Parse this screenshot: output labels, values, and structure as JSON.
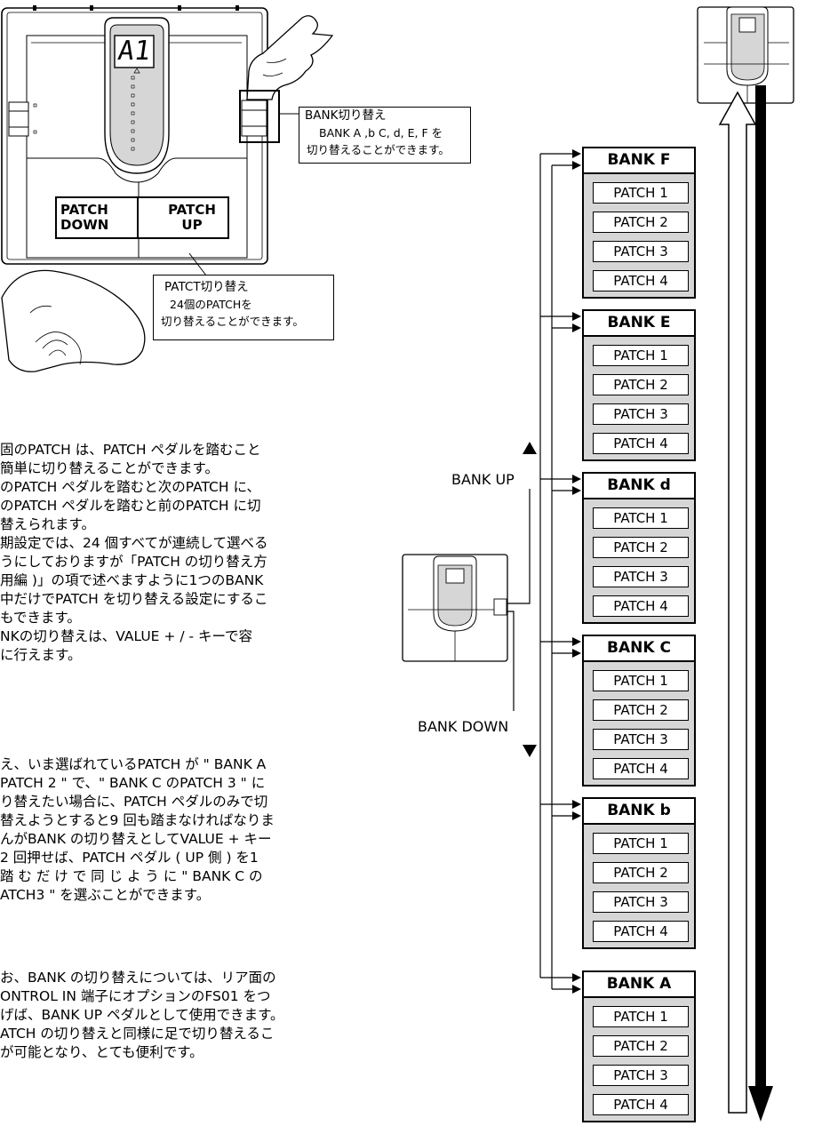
{
  "device_display": "A1",
  "pedal_labels": {
    "patch_down": [
      "PATCH",
      "DOWN"
    ],
    "patch_up": [
      "PATCH",
      "UP"
    ]
  },
  "callouts": {
    "bank_switch": [
      "BANK切り替え",
      "BANK A ,b C, d, E, F を",
      "切り替えることができます。"
    ],
    "patch_switch": [
      "PATCT切り替え",
      "24個のPATCHを",
      "切り替えることができます。"
    ]
  },
  "body_text": {
    "paragraphs": [
      [
        "固のPATCH は、PATCH ペダルを踏むこと",
        "簡単に切り替えることができます。",
        "のPATCH ペダルを踏むと次のPATCH に、",
        "のPATCH ペダルを踏むと前のPATCH に切",
        "替えられます。",
        "期設定では、24 個すべてが連続して選べる",
        "うにしておりますが「PATCH の切り替え方",
        "用編 )」の項で述べますように1つのBANK",
        "中だけでPATCH を切り替える設定にするこ",
        "もできます。",
        "NKの切り替えは、VALUE + / - キーで容",
        "に行えます。"
      ],
      [
        "え、いま選ばれているPATCH が \" BANK A",
        "PATCH 2 \" で、\" BANK C のPATCH 3 \" に",
        "り替えたい場合に、PATCH ペダルのみで切",
        "替えようとすると9 回も踏まなければなりま",
        "んがBANK の切り替えとしてVALUE + キー",
        "2 回押せば、PATCH ペダル ( UP 側 ) を1",
        "踏 む だ け で 同 じ よ う に \" BANK C の",
        "ATCH3 \" を選ぶことができます。"
      ],
      [
        "お、BANK の切り替えについては、リア面の",
        "ONTROL IN 端子にオプションのFS01 をつ",
        "げば、BANK UP ペダルとして使用できます。",
        "ATCH の切り替えと同様に足で切り替えるこ",
        "が可能となり、とても便利です。"
      ]
    ]
  },
  "side_labels": {
    "bank_up": "BANK UP",
    "bank_down": "BANK DOWN"
  },
  "banks": [
    {
      "name": "BANK F",
      "patches": [
        "PATCH 1",
        "PATCH 2",
        "PATCH 3",
        "PATCH 4"
      ]
    },
    {
      "name": "BANK E",
      "patches": [
        "PATCH 1",
        "PATCH 2",
        "PATCH 3",
        "PATCH 4"
      ]
    },
    {
      "name": "BANK d",
      "patches": [
        "PATCH 1",
        "PATCH 2",
        "PATCH 3",
        "PATCH 4"
      ]
    },
    {
      "name": "BANK C",
      "patches": [
        "PATCH 1",
        "PATCH 2",
        "PATCH 3",
        "PATCH 4"
      ]
    },
    {
      "name": "BANK b",
      "patches": [
        "PATCH 1",
        "PATCH 2",
        "PATCH 3",
        "PATCH 4"
      ]
    },
    {
      "name": "BANK A",
      "patches": [
        "PATCH 1",
        "PATCH 2",
        "PATCH 3",
        "PATCH 4"
      ]
    }
  ],
  "colors": {
    "panel_gray": "#d6d6d6",
    "line": "#000000"
  }
}
